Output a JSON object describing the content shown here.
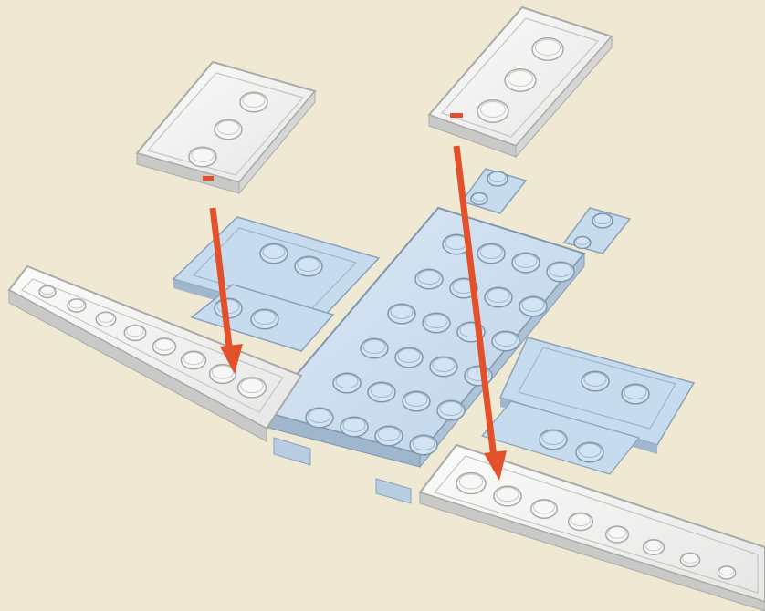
{
  "scene": {
    "background": "#efe9d4",
    "colors": {
      "white_top": "#f5f5f4",
      "white_side": "#c9cac8",
      "white_edge": "#a9aaa8",
      "blue_top": "#cddff0",
      "blue_side": "#9fb6cc",
      "blue_edge": "#7f97ad",
      "arrow": "#e2512a",
      "marker": "#e2512a"
    },
    "parts": [
      {
        "name": "left-wing-plate",
        "color": "white",
        "studs": 8
      },
      {
        "name": "right-wing-plate",
        "color": "white",
        "studs": 8
      },
      {
        "name": "center-plate",
        "color": "light-blue",
        "studs": 24
      },
      {
        "name": "left-tile-1x3",
        "color": "white",
        "studs": 3
      },
      {
        "name": "right-tile-1x3",
        "color": "white",
        "studs": 3
      }
    ],
    "arrows": [
      {
        "name": "left-placement-arrow",
        "from": "left-tile-1x3",
        "to": "left-wing-plate"
      },
      {
        "name": "right-placement-arrow",
        "from": "right-tile-1x3",
        "to": "right-wing-plate"
      }
    ]
  }
}
